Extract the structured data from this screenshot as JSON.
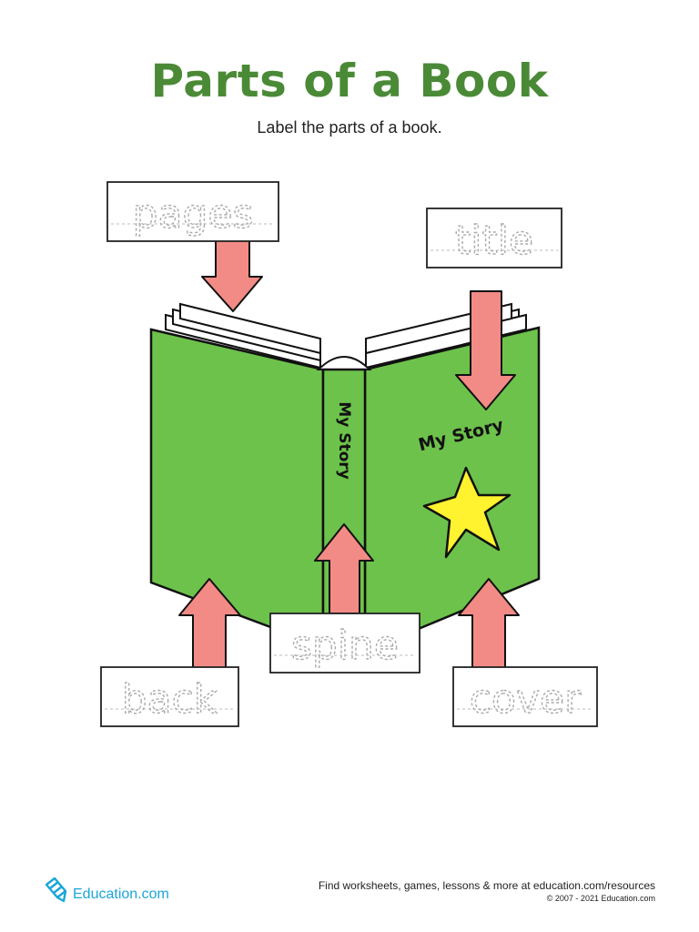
{
  "header": {
    "title": "Parts of a Book",
    "subtitle": "Label the parts of a book."
  },
  "book": {
    "spine_text": "My Story",
    "cover_text": "My Story"
  },
  "labels": {
    "pages": "pages",
    "title": "title",
    "back": "back",
    "spine": "spine",
    "cover": "cover"
  },
  "footer": {
    "brand": "Education.com",
    "tagline": "Find worksheets, games, lessons & more at education.com/resources",
    "copyright": "© 2007 - 2021 Education.com"
  },
  "colors": {
    "book_green": "#6dc24b",
    "arrow_pink": "#f28b85",
    "star_yellow": "#fff22e",
    "title_green": "#4a8a36",
    "brand_blue": "#1ba6d9"
  }
}
